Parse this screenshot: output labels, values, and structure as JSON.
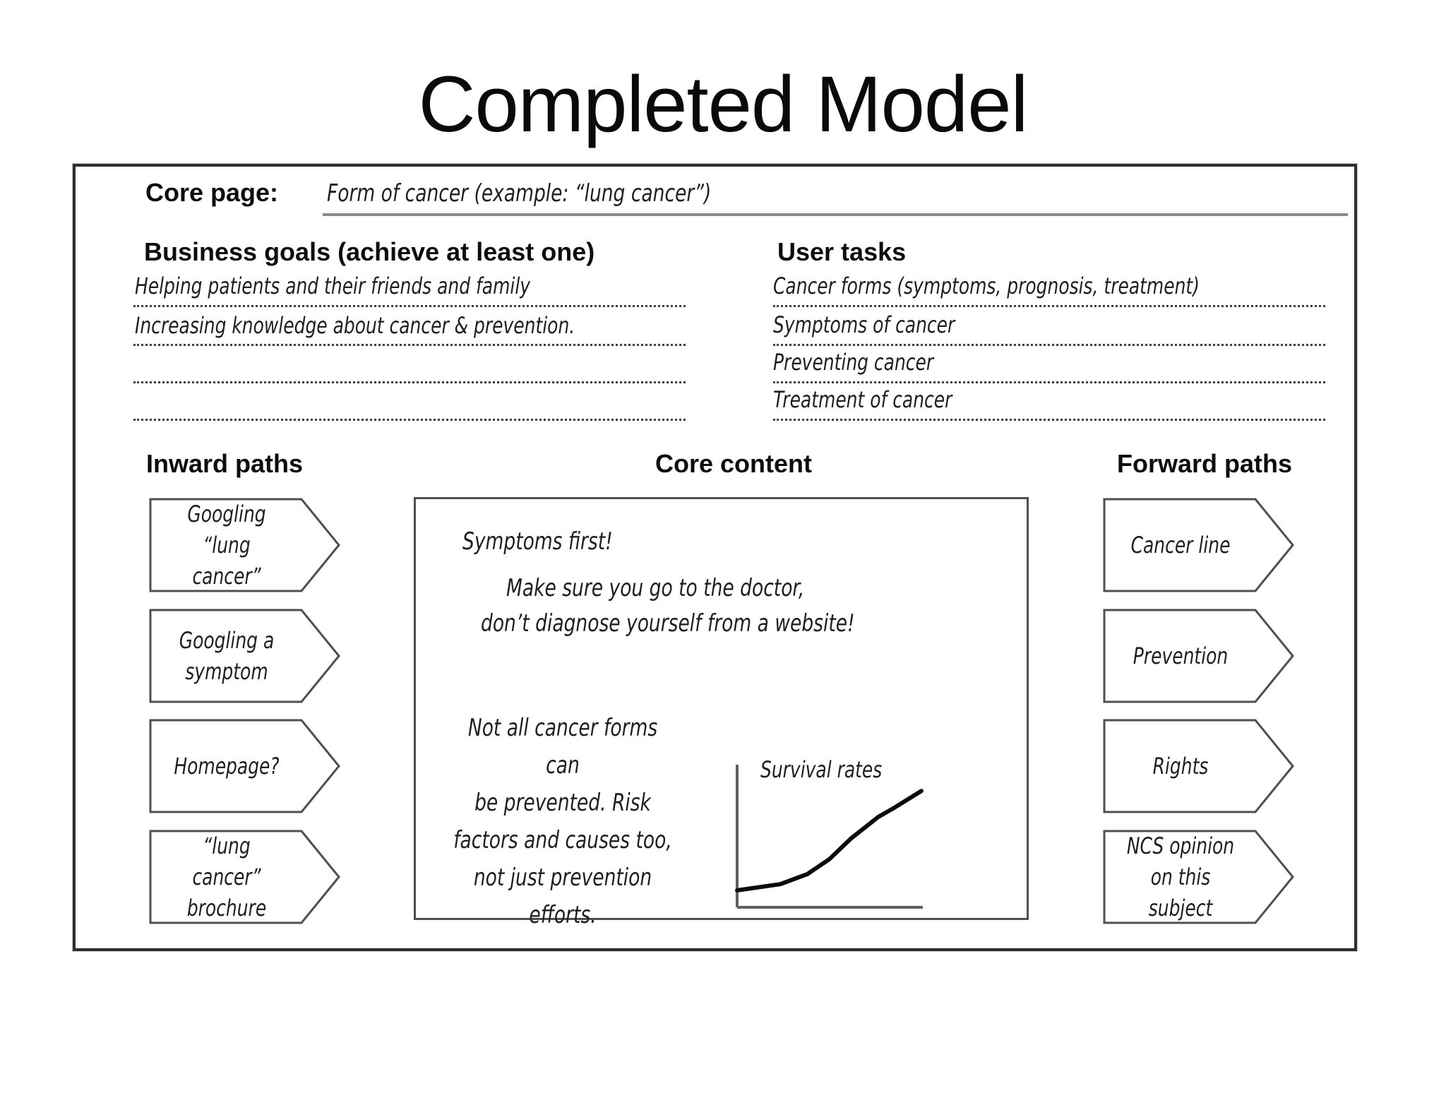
{
  "title": "Completed Model",
  "core_page": {
    "label": "Core page:",
    "value": "Form of cancer (example: “lung cancer”)"
  },
  "business_goals": {
    "heading": "Business goals (achieve at least one)",
    "entries": [
      "Helping patients and their friends and family",
      "Increasing knowledge about cancer & prevention."
    ],
    "blank_lines": 2
  },
  "user_tasks": {
    "heading": "User tasks",
    "entries": [
      "Cancer forms (symptoms, prognosis, treatment)",
      "Symptoms of cancer",
      "Preventing cancer",
      "Treatment of cancer"
    ]
  },
  "inward_paths": {
    "heading": "Inward paths",
    "items": [
      "Googling “lung\ncancer”",
      "Googling a\nsymptom",
      "Homepage?",
      "“lung cancer”\nbrochure"
    ]
  },
  "core_content": {
    "heading": "Core content",
    "note_symptoms": "Symptoms first!",
    "note_doctor_line1": "Make sure you go to the doctor,",
    "note_doctor_line2": "don’t diagnose yourself from a website!",
    "note_prevention": "Not all cancer forms can\nbe prevented. Risk\nfactors and causes too,\nnot just prevention\nefforts."
  },
  "forward_paths": {
    "heading": "Forward paths",
    "items": [
      "Cancer line",
      "Prevention",
      "Rights",
      "NCS opinion\non this subject"
    ]
  },
  "chart_data": {
    "type": "line",
    "title": "Survival rates",
    "xlabel": "",
    "ylabel": "",
    "tick_labels": false,
    "grid": false,
    "legend": false,
    "x_norm": [
      0,
      0.235,
      0.38,
      0.5,
      0.62,
      0.765,
      0.848,
      1.0
    ],
    "y_norm": [
      0.0,
      0.05,
      0.13,
      0.25,
      0.42,
      0.59,
      0.66,
      0.8
    ],
    "description": "Hand-sketched rising curve on unlabeled axes inside the core content box"
  },
  "colors": {
    "ink": "#141414",
    "box_border": "#2e2e2e",
    "inner_border": "#4f4f4f",
    "underline_gray": "#8a8a8a",
    "curve": "#0c0c0c"
  }
}
